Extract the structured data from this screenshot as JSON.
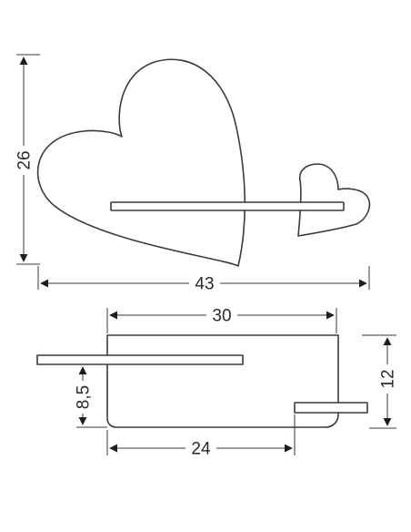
{
  "dimensions": {
    "height_26": "26",
    "width_43": "43",
    "width_30": "30",
    "height_12": "12",
    "height_8_5": "8,5",
    "width_24": "24"
  },
  "colors": {
    "outline": "#3a3a3a",
    "arrow": "#1e1e1e",
    "background": "#ffffff"
  },
  "icons": {
    "big_heart": "big-heart-shape",
    "small_heart": "small-heart-shape",
    "shelf": "shelf-board-shape"
  }
}
